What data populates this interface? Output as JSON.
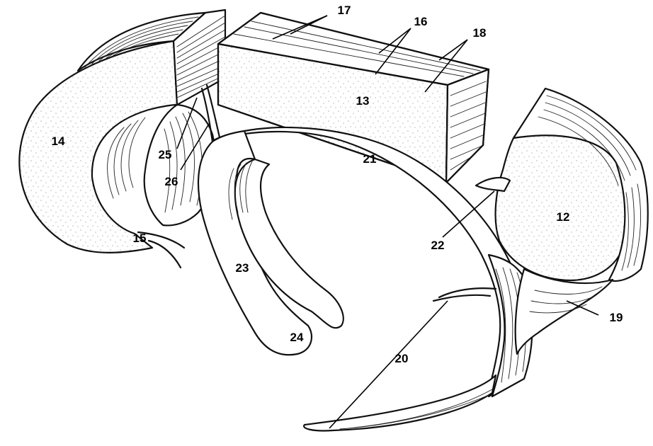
{
  "labels": {
    "l12": "12",
    "l13": "13",
    "l14": "14",
    "l15": "15",
    "l16": "16",
    "l17": "17",
    "l18": "18",
    "l19": "19",
    "l20": "20",
    "l21": "21",
    "l22": "22",
    "l23": "23",
    "l24": "24",
    "l25": "25",
    "l26": "26"
  }
}
